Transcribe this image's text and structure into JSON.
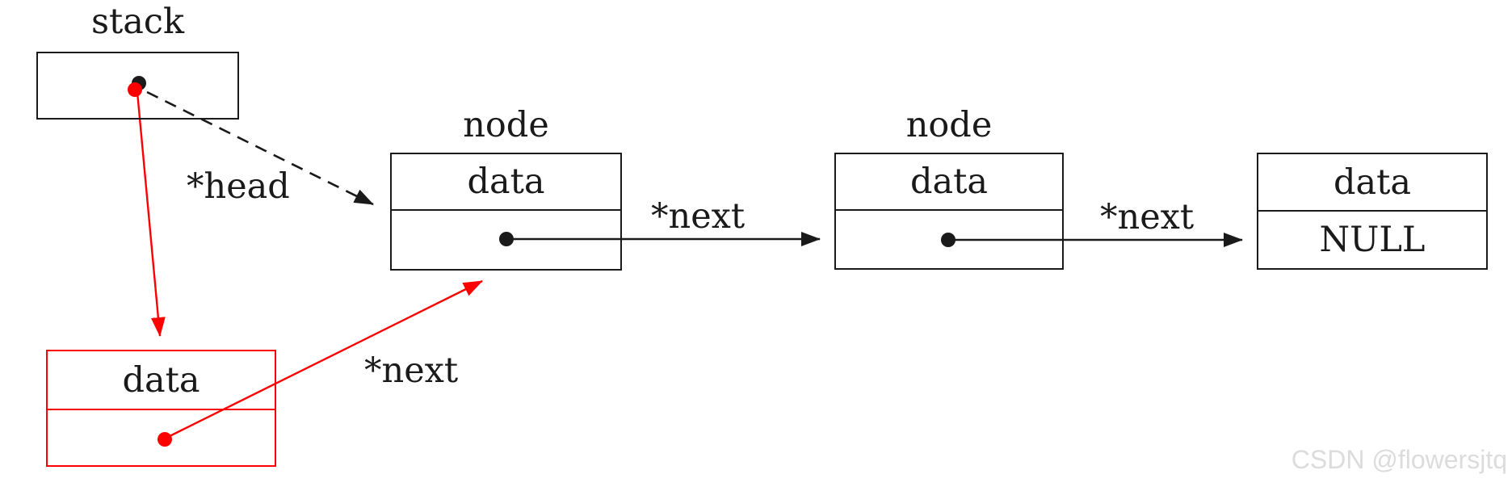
{
  "stack": {
    "label": "stack"
  },
  "node1": {
    "title": "node",
    "data_field": "data"
  },
  "node2": {
    "title": "node",
    "data_field": "data"
  },
  "tail_node": {
    "data_field": "data",
    "next_value": "NULL"
  },
  "new_node": {
    "data_field": "data"
  },
  "pointers": {
    "head_label": "*head",
    "next_label_1": "*next",
    "next_label_2": "*next",
    "new_next_label": "*next"
  },
  "watermark": {
    "text": "CSDN @flowersjtq"
  },
  "colors": {
    "line_black": "#1a1a1a",
    "highlight_red": "#ff0000",
    "watermark_gray": "#dcdcdc"
  }
}
